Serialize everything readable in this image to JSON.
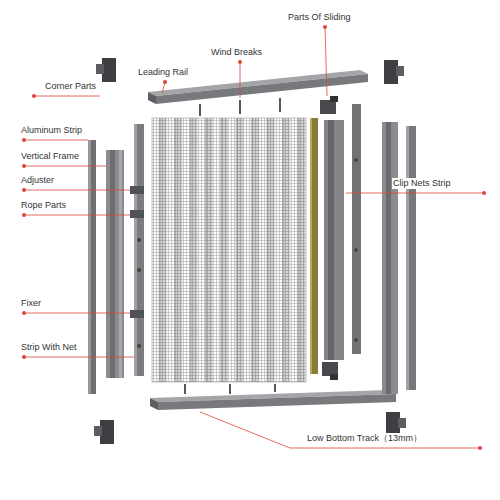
{
  "diagram": {
    "labels": [
      "Parts Of Sliding",
      "Wind Breaks",
      "Leading Rail",
      "Corner Parts",
      "Aluminum Strip",
      "Vertical Frame",
      "Adjuster",
      "Clip Nets Strip",
      "Rope Parts",
      "Fixer",
      "Strip With Net",
      "Low Bottom Track（13mm）"
    ]
  }
}
